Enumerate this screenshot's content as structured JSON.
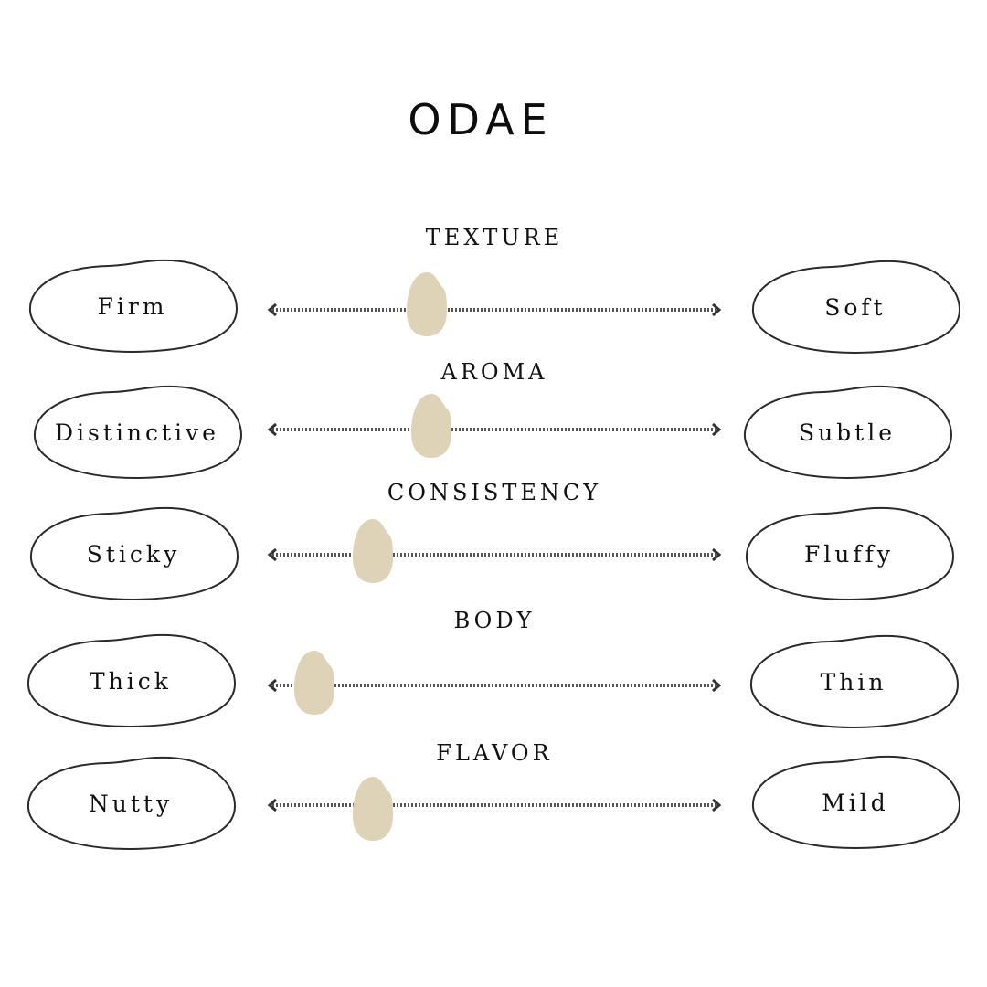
{
  "title": "ODAE",
  "accent_color": "#ded3b6",
  "scales": [
    {
      "label": "TEXTURE",
      "left": "Firm",
      "right": "Soft",
      "value": 0.35
    },
    {
      "label": "AROMA",
      "left": "Distinctive",
      "right": "Subtle",
      "value": 0.36
    },
    {
      "label": "CONSISTENCY",
      "left": "Sticky",
      "right": "Fluffy",
      "value": 0.23
    },
    {
      "label": "BODY",
      "left": "Thick",
      "right": "Thin",
      "value": 0.1
    },
    {
      "label": "FLAVOR",
      "left": "Nutty",
      "right": "Mild",
      "value": 0.23
    }
  ]
}
